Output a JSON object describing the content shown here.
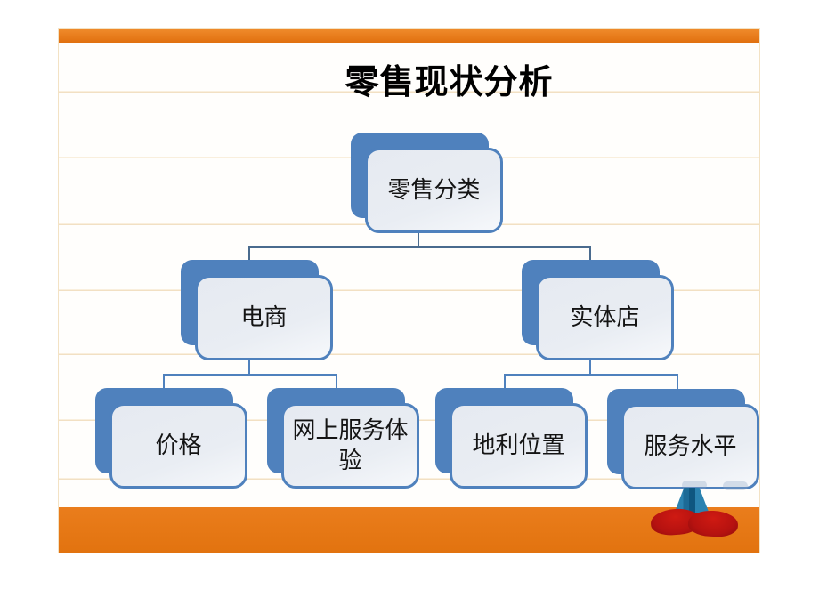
{
  "slide": {
    "title": "零售现状分析",
    "diagram": {
      "root": {
        "label": "零售分类"
      },
      "level2": [
        {
          "label": "电商"
        },
        {
          "label": "实体店"
        }
      ],
      "level3": [
        {
          "label": "价格",
          "parent": "电商"
        },
        {
          "label": "网上服务体验",
          "parent": "电商"
        },
        {
          "label": "地利位置",
          "parent": "实体店"
        },
        {
          "label": "服务水平",
          "parent": "实体店"
        }
      ]
    },
    "theme": {
      "accent_bar_color": "#e8791b",
      "node_shadow_color": "#4f81bd",
      "node_border_color": "#4f81bd",
      "node_fill_color": "#e9edf3",
      "connector_color_top": "#4a6b8e",
      "connector_color_sub": "#4f81bd",
      "ruled_line_color": "#eed9b6",
      "title_color": "#000000",
      "character_pants_color": "#2b82b0",
      "character_shoe_color": "#b61210"
    }
  }
}
